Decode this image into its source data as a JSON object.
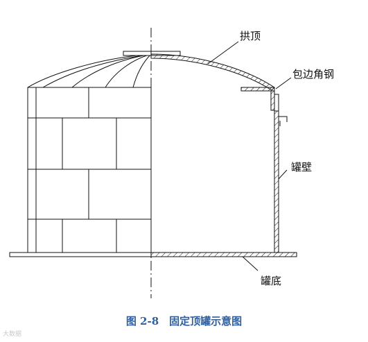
{
  "labels": {
    "arch_roof": "拱顶",
    "angle_steel": "包边角钢",
    "tank_wall": "罐壁",
    "tank_bottom": "罐底"
  },
  "caption": "图 2-8　固定顶罐示意图",
  "watermark": "大数据",
  "colors": {
    "line": "#111111",
    "caption": "#2f5f9e",
    "watermark": "#c9c9c9"
  }
}
